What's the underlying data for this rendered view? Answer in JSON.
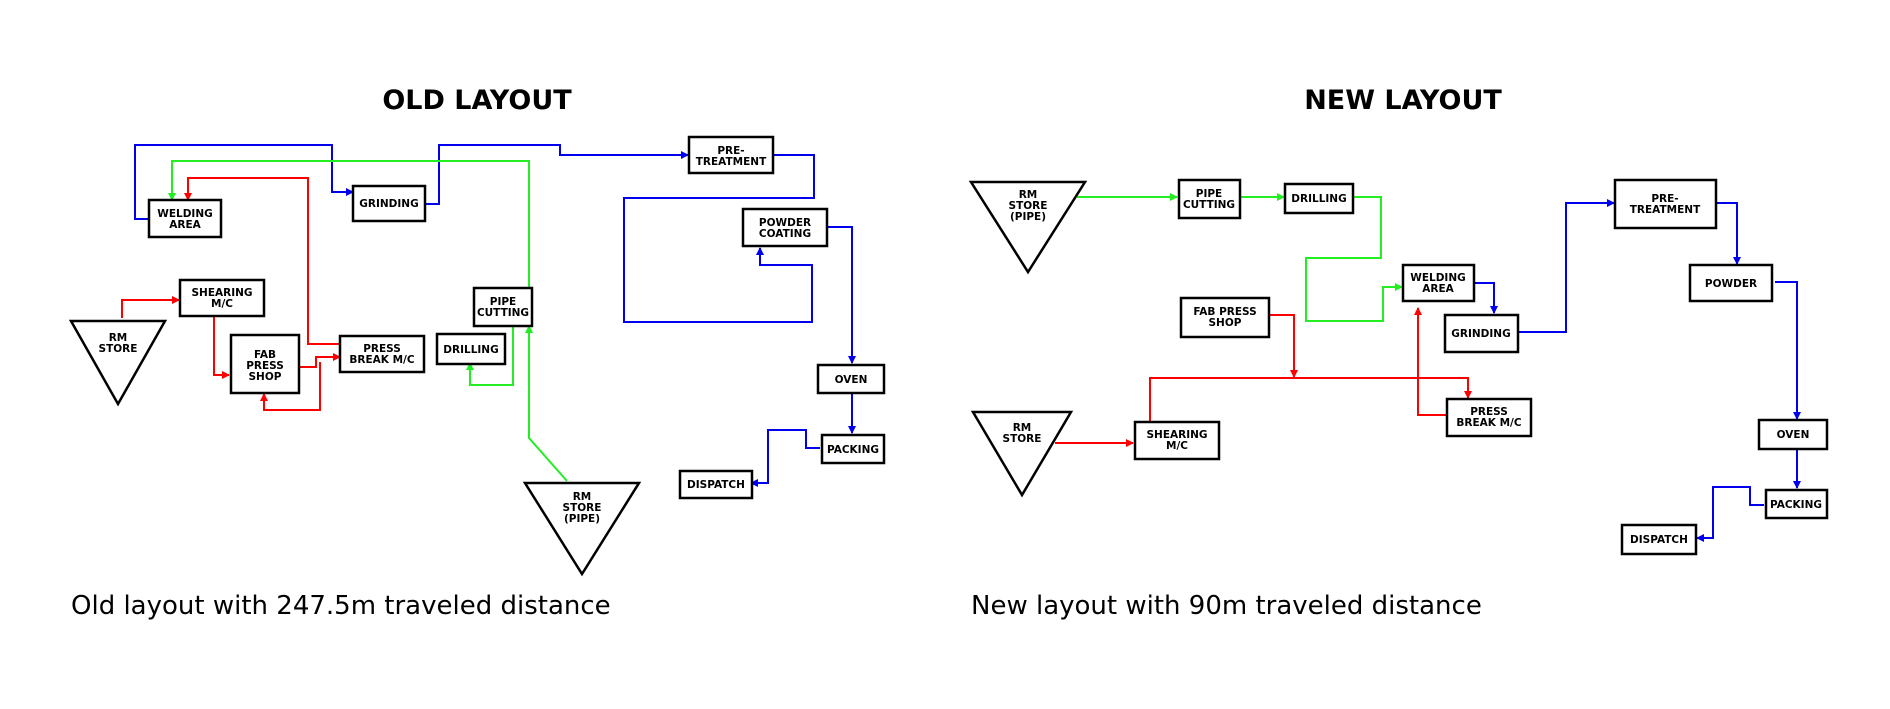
{
  "colors": {
    "red": "#ff0000",
    "green": "#22ee22",
    "blue": "#0000ee"
  },
  "old": {
    "title": "OLD LAYOUT",
    "caption": "Old layout with 247.5m traveled distance",
    "welding": [
      "WELDING",
      "AREA"
    ],
    "grinding": [
      "GRINDING"
    ],
    "pretreatment": [
      "PRE-",
      "TREATMENT"
    ],
    "powder": [
      "POWDER",
      "COATING"
    ],
    "shearing": [
      "SHEARING",
      "M/C"
    ],
    "rmstore": [
      "RM",
      "STORE"
    ],
    "fabpress": [
      "FAB",
      "PRESS",
      "SHOP"
    ],
    "pressbreak": [
      "PRESS",
      "BREAK M/C"
    ],
    "drilling": [
      "DRILLING"
    ],
    "pipecutting": [
      "PIPE",
      "CUTTING"
    ],
    "oven": [
      "OVEN"
    ],
    "packing": [
      "PACKING"
    ],
    "dispatch": [
      "DISPATCH"
    ],
    "rmpipe": [
      "RM",
      "STORE",
      "(PIPE)"
    ]
  },
  "new": {
    "title": "NEW LAYOUT",
    "caption": "New layout with 90m traveled distance",
    "rmpipe": [
      "RM",
      "STORE",
      "(PIPE)"
    ],
    "pipecutting": [
      "PIPE",
      "CUTTING"
    ],
    "drilling": [
      "DRILLING"
    ],
    "pretreatment": [
      "PRE-",
      "TREATMENT"
    ],
    "welding": [
      "WELDING",
      "AREA"
    ],
    "powder": [
      "POWDER"
    ],
    "fabpress": [
      "FAB PRESS",
      "SHOP"
    ],
    "grinding": [
      "GRINDING"
    ],
    "rmstore": [
      "RM",
      "STORE"
    ],
    "shearing": [
      "SHEARING",
      "M/C"
    ],
    "pressbreak": [
      "PRESS",
      "BREAK M/C"
    ],
    "oven": [
      "OVEN"
    ],
    "packing": [
      "PACKING"
    ],
    "dispatch": [
      "DISPATCH"
    ]
  }
}
